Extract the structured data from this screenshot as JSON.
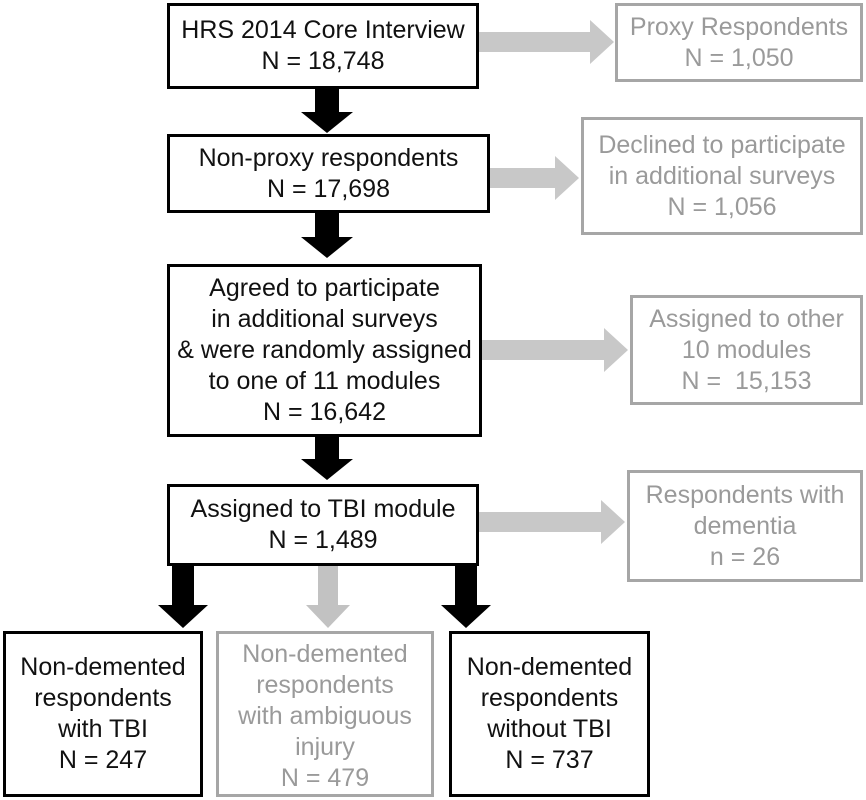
{
  "colors": {
    "main_border": "#000000",
    "main_text": "#111111",
    "excluded_border": "#a6a6a6",
    "excluded_text": "#9a9a9a",
    "down_arrow": "#000000",
    "side_arrow": "#c8c8c8"
  },
  "flow": {
    "core": {
      "lines": [
        "HRS 2014 Core Interview",
        "N = 18,748"
      ]
    },
    "nonproxy": {
      "lines": [
        "Non-proxy respondents",
        "N = 17,698"
      ]
    },
    "agreed": {
      "lines": [
        "Agreed to participate",
        "in additional surveys",
        "& were randomly assigned",
        "to one of 11 modules",
        "N = 16,642"
      ]
    },
    "tbi_module": {
      "lines": [
        "Assigned to TBI module",
        "N = 1,489"
      ]
    },
    "with_tbi": {
      "lines": [
        "Non-demented",
        "respondents",
        "with TBI",
        "N = 247"
      ]
    },
    "ambiguous": {
      "lines": [
        "Non-demented",
        "respondents",
        "with ambiguous",
        "injury",
        "N = 479"
      ]
    },
    "without_tbi": {
      "lines": [
        "Non-demented",
        "respondents",
        "without TBI",
        "N = 737"
      ]
    }
  },
  "exclusions": {
    "proxy": {
      "lines": [
        "Proxy Respondents",
        "N = 1,050"
      ]
    },
    "declined": {
      "lines": [
        "Declined to participate",
        "in additional surveys",
        "N = 1,056"
      ]
    },
    "other_modules": {
      "lines": [
        "Assigned to other",
        "10 modules",
        "N =  15,153"
      ]
    },
    "dementia": {
      "lines": [
        "Respondents with",
        "dementia",
        "n = 26"
      ]
    }
  }
}
